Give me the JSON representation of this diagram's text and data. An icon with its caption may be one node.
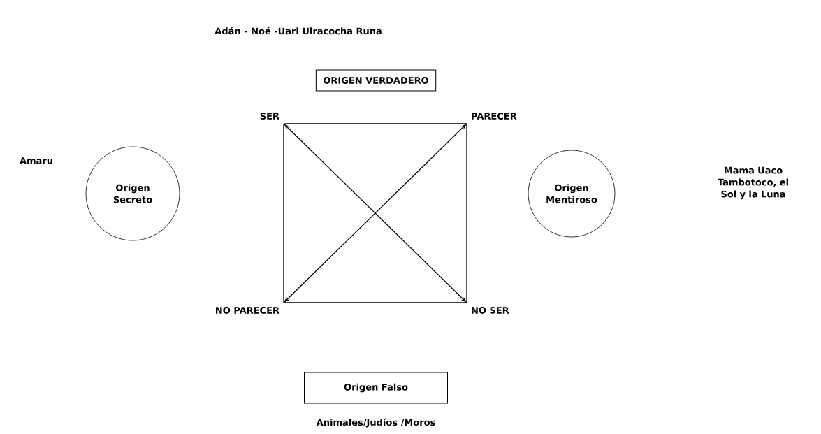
{
  "diagram": {
    "nodes": [
      {
        "text": [
          "ORIGEN VERDADERO"
        ],
        "beside": [
          "Adán - Noé -Uari Uiracocha Runa"
        ]
      },
      {
        "text": [
          "SER"
        ]
      },
      {
        "text": [
          "PARECER"
        ]
      },
      {
        "text": [
          "Origen Secreto"
        ]
      },
      {
        "text": [
          "Origen Mentiroso"
        ]
      },
      {
        "text": [
          "NO PARECER"
        ]
      },
      {
        "text": [
          "NO SER"
        ]
      },
      {
        "text": [
          "Origen Falso"
        ],
        "beside": [
          "Animales/Judíos /Moros"
        ]
      }
    ],
    "edges": [
      {
        "from": 1,
        "to": 2,
        "arrow": "none"
      },
      {
        "from": 2,
        "to": 6,
        "arrow": "none"
      },
      {
        "from": 6,
        "to": 5,
        "arrow": "none"
      },
      {
        "from": 5,
        "to": 1,
        "arrow": "none"
      },
      {
        "from": 1,
        "to": 6,
        "arrow": "both"
      },
      {
        "from": 2,
        "to": 5,
        "arrow": "both"
      }
    ],
    "labels": [
      "Amaru",
      "Mama Uaco Tambotoco, el Sol y la Luna"
    ]
  }
}
